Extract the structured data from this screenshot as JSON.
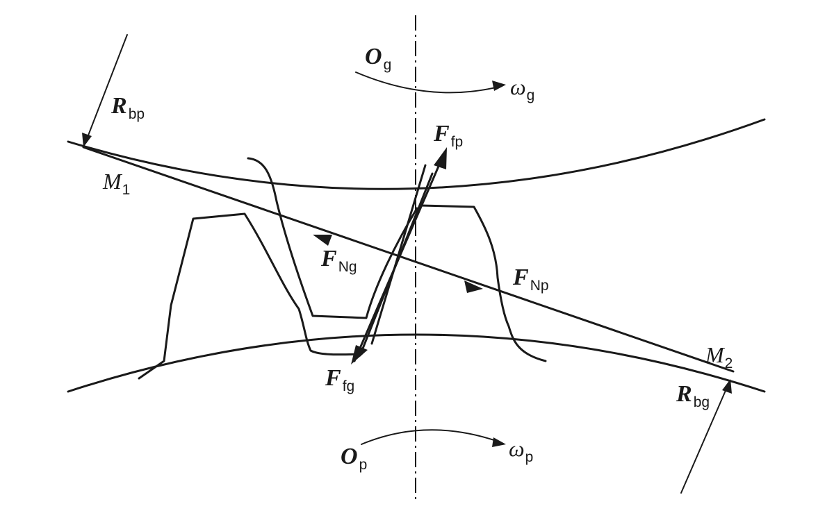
{
  "labels": {
    "og": {
      "main": "O",
      "sub": "g"
    },
    "wg": {
      "main": "ω",
      "sub": "g"
    },
    "op": {
      "main": "O",
      "sub": "p"
    },
    "wp": {
      "main": "ω",
      "sub": "p"
    },
    "rbp": {
      "main": "R",
      "sub": "bp"
    },
    "rbg": {
      "main": "R",
      "sub": "bg"
    },
    "m1": {
      "main": "M",
      "sub": "1"
    },
    "m2": {
      "main": "M",
      "sub": "2"
    },
    "ffp": {
      "main": "F",
      "sub": "fp"
    },
    "ffg": {
      "main": "F",
      "sub": "fg"
    },
    "fng": {
      "main": "F",
      "sub": "Ng"
    },
    "fnp": {
      "main": "F",
      "sub": "Np"
    }
  }
}
